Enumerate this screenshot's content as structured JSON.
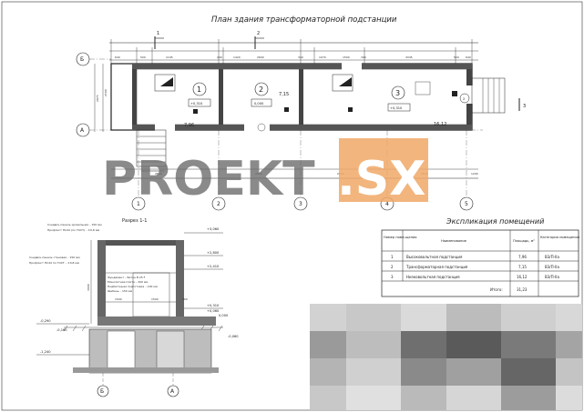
{
  "plan": {
    "title": "План здания трансформаторной подстанции",
    "axes_letters": [
      "Б",
      "А"
    ],
    "axes_numbers": [
      "1",
      "2",
      "3",
      "4",
      "5"
    ],
    "cut_marks": [
      "1",
      "2",
      "3"
    ],
    "rooms": [
      {
        "num": "1",
        "level": "+0,310",
        "area": "7,96"
      },
      {
        "num": "2",
        "level": "0,000",
        "area": "7,15"
      },
      {
        "num": "3",
        "level": "+0,310",
        "area": "16,12"
      }
    ],
    "dims_top": [
      "640",
      "500",
      "1195",
      "240",
      "1420",
      "2600",
      "340",
      "1070",
      "1500",
      "340",
      "4345",
      "500",
      "640"
    ],
    "dims_bottom": [
      "2800",
      "2600",
      "2600",
      "2800",
      "1200"
    ],
    "dims_left": [
      "2975",
      "2500"
    ],
    "ramp_label": "2"
  },
  "section": {
    "title": "Разрез 1-1",
    "levels": [
      "+3,060",
      "+2,800",
      "+2,410",
      "+0,310",
      "+0,060",
      "0,000",
      "-0,060",
      "-0,160",
      "-0,290",
      "-1,240"
    ],
    "notes": [
      "Сэндвич-панель кровельная – 150 мм",
      "Профлист НС44 (по ГОСТ) – ±0,8 мм",
      "Сэндвич-панель стеновая – 150 мм",
      "Профлист НС44 по ГОСТ – ±0,8 мм",
      "Фундамент – Бетон В 25 F",
      "Монолитная плита – 200 мм",
      "Подбетонная подготовка – 100 мм",
      "Щебень – 150 мм"
    ],
    "dims": [
      "1500",
      "1500",
      "300",
      "3000"
    ],
    "axes": [
      "Б",
      "А"
    ]
  },
  "explication": {
    "title": "Экспликация помещений",
    "headers": [
      "Номер поме-щения",
      "Наименование",
      "Площадь, м²",
      "Категория помещения"
    ],
    "rows": [
      {
        "num": "1",
        "name": "Высоковольтная подстанция",
        "area": "7,96",
        "cat": "В3/П-IIа"
      },
      {
        "num": "2",
        "name": "Трансформаторная подстанция",
        "area": "7,15",
        "cat": "В3/П-IIа"
      },
      {
        "num": "3",
        "name": "Низковольтная подстанция",
        "area": "16,12",
        "cat": "В3/П-IIа"
      }
    ],
    "total_label": "Итого:",
    "total_value": "31,23"
  },
  "watermark": {
    "left": "PROEKT",
    "right": ".SX"
  },
  "colors": {
    "line": "#222222",
    "watermark_gray": "#6a6a6a",
    "watermark_orange": "#f0a867",
    "blur_dark": "#5a5a5a",
    "blur_light": "#d8d8d8"
  }
}
